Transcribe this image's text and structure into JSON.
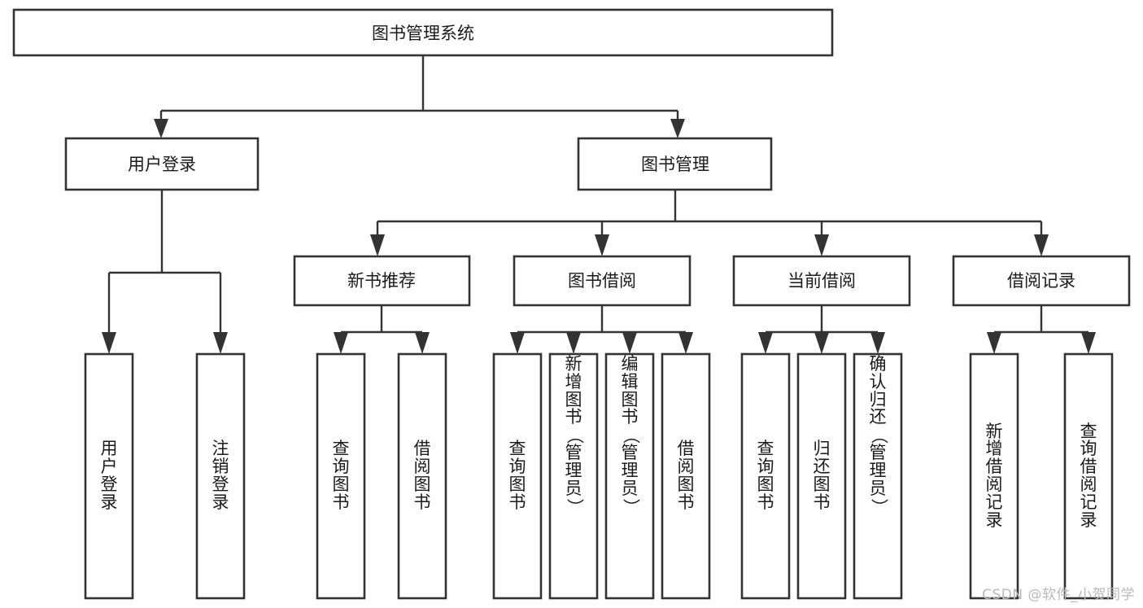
{
  "diagram": {
    "title": "图书管理系统",
    "type": "tree-hierarchy-chart",
    "colors": {
      "box_stroke": "#333333",
      "box_fill": "#ffffff",
      "text": "#1a1a1a",
      "background": "#ffffff",
      "watermark": "#b9b9b9"
    },
    "root": {
      "label": "图书管理系统"
    },
    "level2": [
      {
        "id": "user-login",
        "label": "用户登录"
      },
      {
        "id": "book-manage",
        "label": "图书管理"
      }
    ],
    "level3": [
      {
        "id": "new-book-recommend",
        "label": "新书推荐"
      },
      {
        "id": "book-borrow",
        "label": "图书借阅"
      },
      {
        "id": "current-borrow",
        "label": "当前借阅"
      },
      {
        "id": "borrow-record",
        "label": "借阅记录"
      }
    ],
    "leaves": {
      "user-login": [
        {
          "id": "leaf-user-login",
          "label": "用户登录"
        },
        {
          "id": "leaf-logout-login",
          "label": "注销登录"
        }
      ],
      "new-book-recommend": [
        {
          "id": "leaf-query-book-1",
          "label": "查询图书"
        },
        {
          "id": "leaf-borrow-book-1",
          "label": "借阅图书"
        }
      ],
      "book-borrow": [
        {
          "id": "leaf-query-book-2",
          "label": "查询图书"
        },
        {
          "id": "leaf-add-book",
          "label": "新增图书（管理员）"
        },
        {
          "id": "leaf-edit-book",
          "label": "编辑图书（管理员）"
        },
        {
          "id": "leaf-borrow-book-2",
          "label": "借阅图书"
        }
      ],
      "current-borrow": [
        {
          "id": "leaf-query-book-3",
          "label": "查询图书"
        },
        {
          "id": "leaf-return-book",
          "label": "归还图书"
        },
        {
          "id": "leaf-confirm-return",
          "label": "确认归还（管理员）"
        }
      ],
      "borrow-record": [
        {
          "id": "leaf-add-record",
          "label": "新增借阅记录"
        },
        {
          "id": "leaf-query-record",
          "label": "查询借阅记录"
        }
      ]
    }
  },
  "watermark": {
    "text": "CSDN @软件_小贺同学"
  }
}
